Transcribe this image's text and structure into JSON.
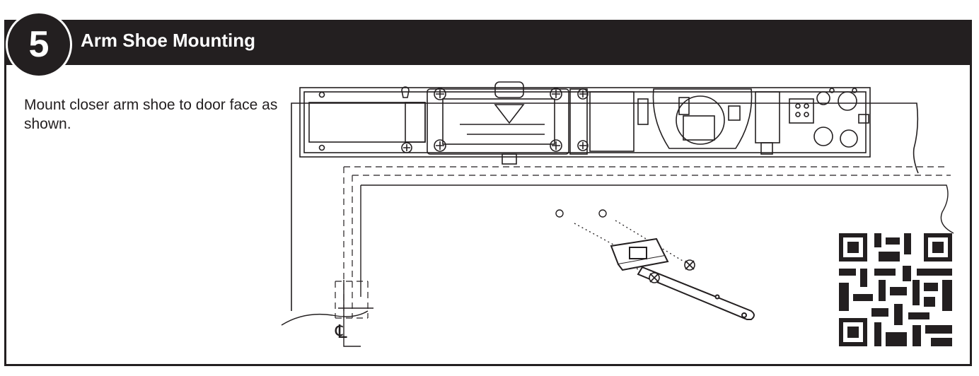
{
  "step": {
    "number": "5",
    "title": "Arm Shoe Mounting"
  },
  "instruction": {
    "text": "Mount closer arm shoe to door face as shown."
  },
  "diagram": {
    "centerline_label": "℄"
  },
  "colors": {
    "ink": "#231f20",
    "background": "#ffffff"
  }
}
